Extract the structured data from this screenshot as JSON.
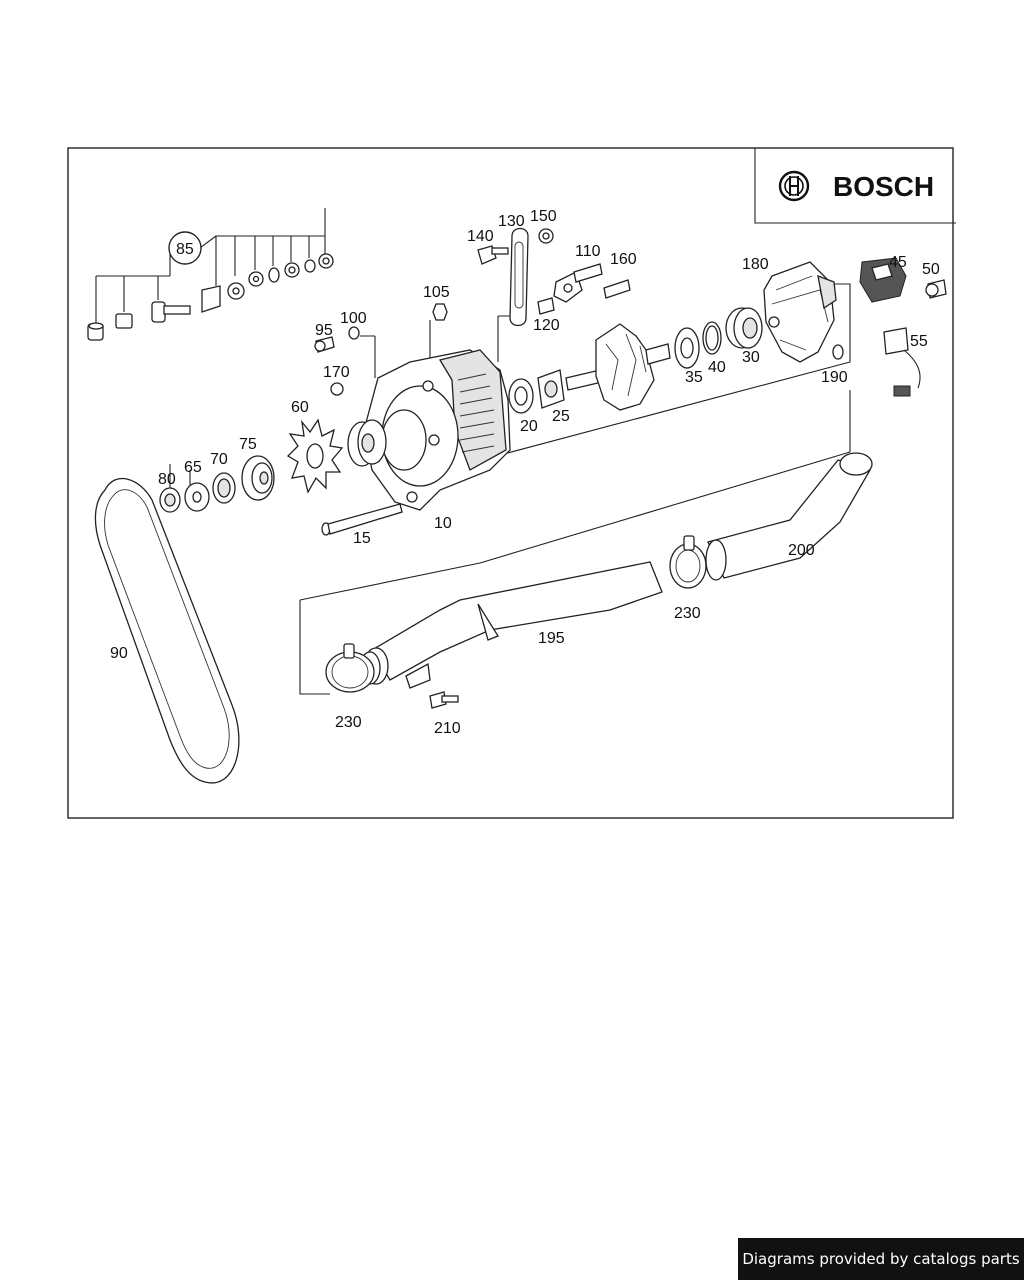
{
  "brand": {
    "name": "BOSCH",
    "logo_icon": "bosch-armature-icon"
  },
  "footer": {
    "text": "Diagrams provided by catalogs parts"
  },
  "callouts": [
    {
      "id": "c10",
      "label": "10"
    },
    {
      "id": "c15",
      "label": "15"
    },
    {
      "id": "c20",
      "label": "20"
    },
    {
      "id": "c25",
      "label": "25"
    },
    {
      "id": "c30",
      "label": "30"
    },
    {
      "id": "c35",
      "label": "35"
    },
    {
      "id": "c40",
      "label": "40"
    },
    {
      "id": "c45",
      "label": "45"
    },
    {
      "id": "c50",
      "label": "50"
    },
    {
      "id": "c55",
      "label": "55"
    },
    {
      "id": "c60",
      "label": "60"
    },
    {
      "id": "c65",
      "label": "65"
    },
    {
      "id": "c70",
      "label": "70"
    },
    {
      "id": "c75",
      "label": "75"
    },
    {
      "id": "c80",
      "label": "80"
    },
    {
      "id": "c85",
      "label": "85"
    },
    {
      "id": "c90",
      "label": "90"
    },
    {
      "id": "c95",
      "label": "95"
    },
    {
      "id": "c100",
      "label": "100"
    },
    {
      "id": "c105",
      "label": "105"
    },
    {
      "id": "c110",
      "label": "110"
    },
    {
      "id": "c120",
      "label": "120"
    },
    {
      "id": "c130",
      "label": "130"
    },
    {
      "id": "c140",
      "label": "140"
    },
    {
      "id": "c150",
      "label": "150"
    },
    {
      "id": "c160",
      "label": "160"
    },
    {
      "id": "c170",
      "label": "170"
    },
    {
      "id": "c180",
      "label": "180"
    },
    {
      "id": "c190",
      "label": "190"
    },
    {
      "id": "c195",
      "label": "195"
    },
    {
      "id": "c200",
      "label": "200"
    },
    {
      "id": "c210",
      "label": "210"
    },
    {
      "id": "c230a",
      "label": "230"
    },
    {
      "id": "c230b",
      "label": "230"
    }
  ]
}
